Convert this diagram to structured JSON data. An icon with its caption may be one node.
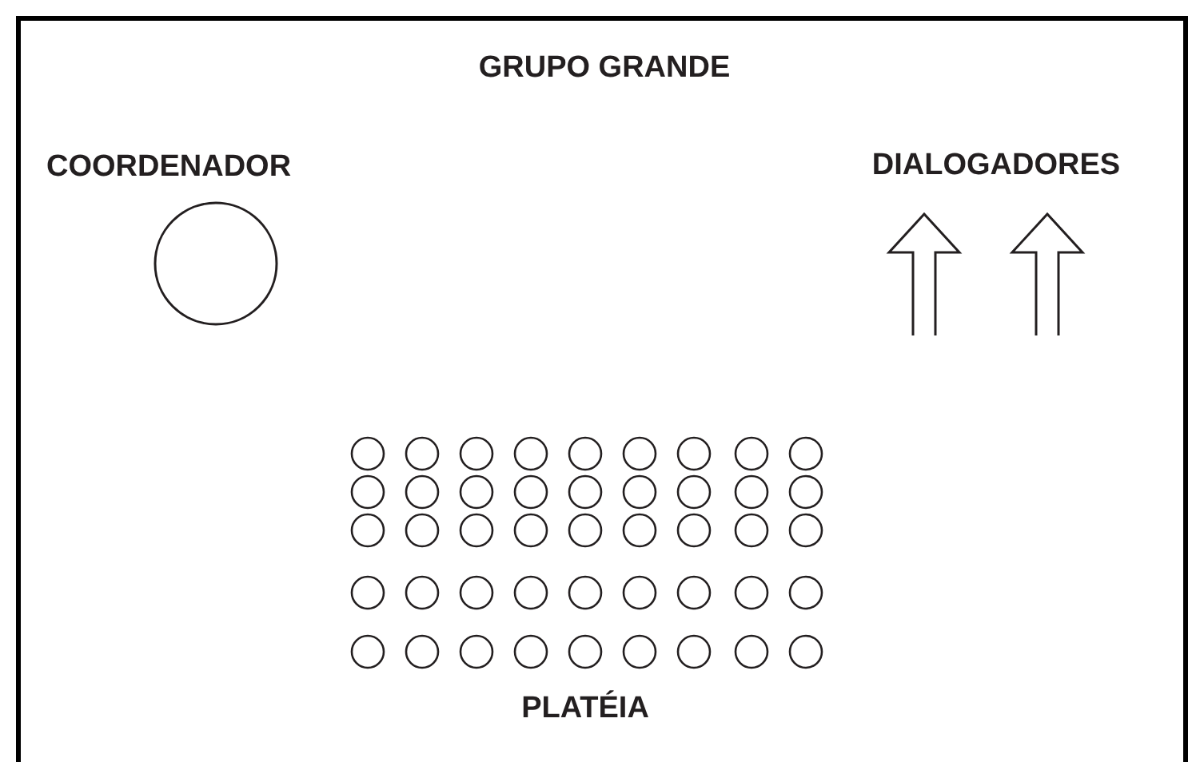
{
  "diagram": {
    "nodes": [
      {
        "text": [
          "GRUPO GRANDE"
        ]
      },
      {
        "text": [
          "COORDENADOR"
        ],
        "in": 0
      }
    ],
    "labels": [
      "DIALOGADORES",
      "PLATÉIA"
    ]
  }
}
